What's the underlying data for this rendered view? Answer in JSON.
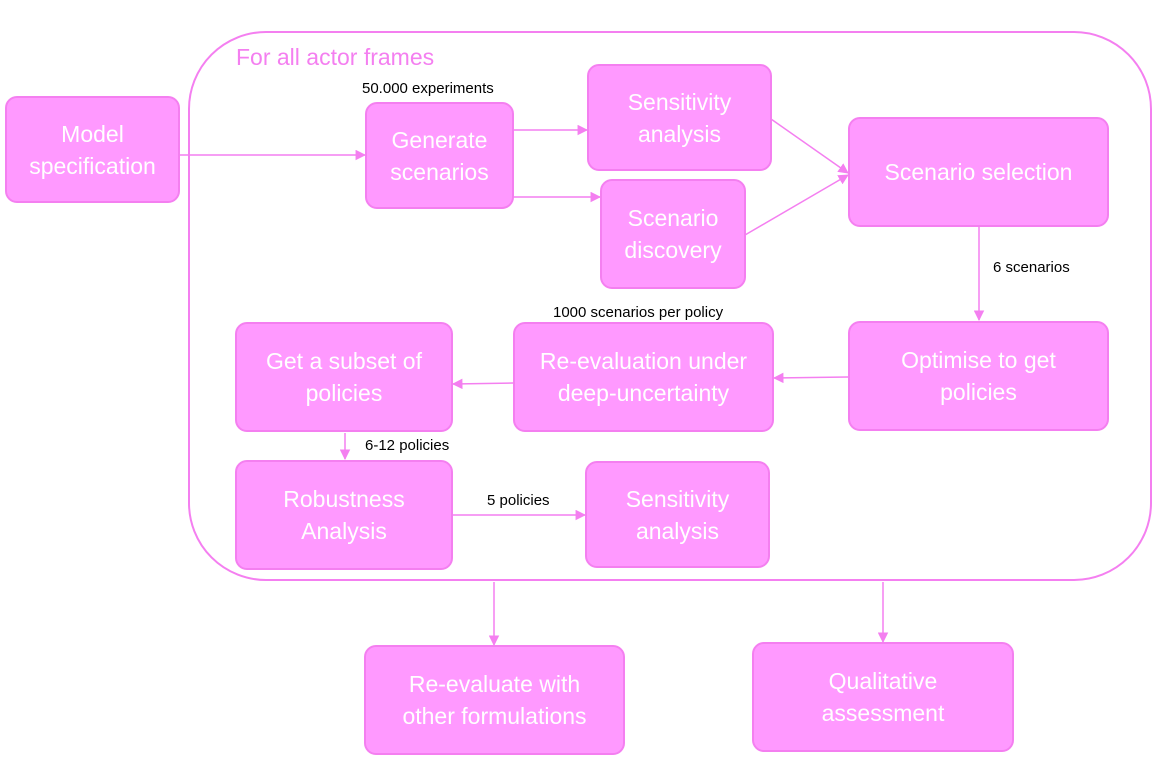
{
  "diagram": {
    "group_label": "For all actor frames",
    "nodes": {
      "model_specification": [
        "Model",
        "specification"
      ],
      "generate_scenarios": [
        "Generate",
        "scenarios"
      ],
      "sensitivity_analysis_1": [
        "Sensitivity",
        "analysis"
      ],
      "scenario_discovery": [
        "Scenario",
        "discovery"
      ],
      "scenario_selection": [
        "Scenario selection"
      ],
      "optimise_policies": [
        "Optimise to get",
        "policies"
      ],
      "reevaluation": [
        "Re-evaluation under",
        "deep-uncertainty"
      ],
      "subset_policies": [
        "Get a subset of",
        "policies"
      ],
      "robustness_analysis": [
        "Robustness",
        "Analysis"
      ],
      "sensitivity_analysis_2": [
        "Sensitivity",
        "analysis"
      ],
      "reevaluate_formulations": [
        "Re-evaluate with",
        "other formulations"
      ],
      "qualitative_assessment": [
        "Qualitative",
        "assessment"
      ]
    },
    "edge_labels": {
      "experiments": "50.000 experiments",
      "scenarios": "6 scenarios",
      "per_policy": "1000 scenarios per policy",
      "policies_range": "6-12 policies",
      "five_policies": "5 policies"
    },
    "colors": {
      "node_fill": "#ff99ff",
      "node_border": "#f47ff0",
      "node_text": "#ffffff",
      "group_border": "#f47ff0",
      "arrow": "#f47ff0"
    }
  }
}
